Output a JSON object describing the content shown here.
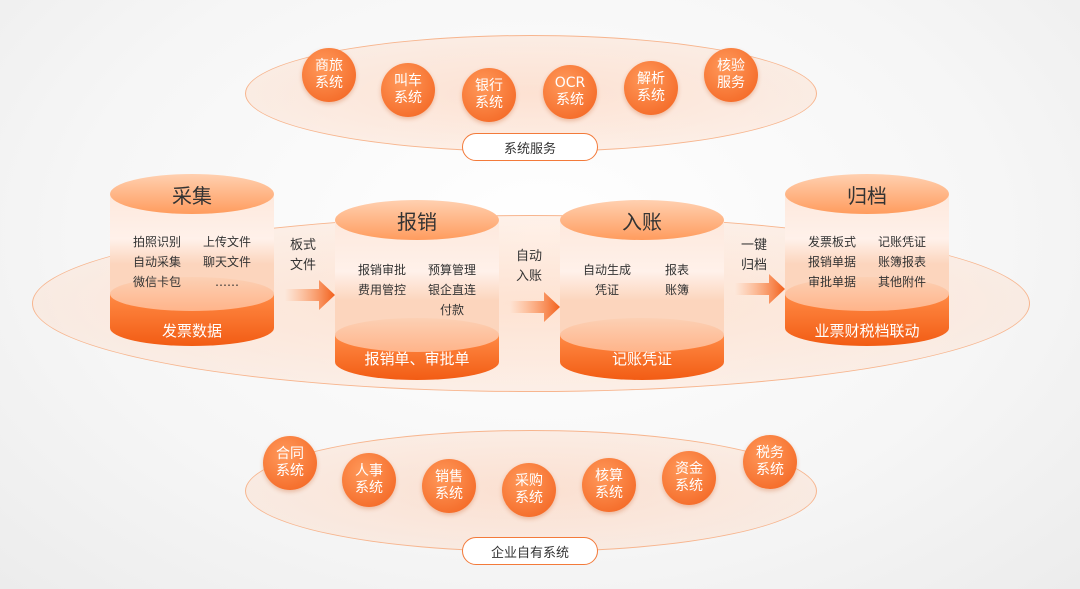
{
  "top_services": {
    "label": "系统服务",
    "items": [
      "商旅系统",
      "叫车系统",
      "银行系统",
      "OCR系统",
      "解析系统",
      "核验服务"
    ]
  },
  "bottom_systems": {
    "label": "企业自有系统",
    "items": [
      "合同系统",
      "人事系统",
      "销售系统",
      "采购系统",
      "核算系统",
      "资金系统",
      "税务系统"
    ]
  },
  "stages": [
    {
      "title": "采集",
      "items": [
        "拍照识别",
        "上传文件",
        "自动采集",
        "聊天文件",
        "微信卡包",
        "……"
      ],
      "output": "发票数据"
    },
    {
      "title": "报销",
      "items": [
        "报销审批",
        "预算管理",
        "费用管控",
        "银企直连",
        "",
        "付款"
      ],
      "output": "报销单、审批单"
    },
    {
      "title": "入账",
      "items": [
        "自动生成",
        "报表",
        "凭证",
        "账簿"
      ],
      "output": "记账凭证"
    },
    {
      "title": "归档",
      "items": [
        "发票板式",
        "记账凭证",
        "报销单据",
        "账簿报表",
        "审批单据",
        "其他附件"
      ],
      "output": "业票财税档联动"
    }
  ],
  "arrows": [
    {
      "label1": "板式",
      "label2": "文件"
    },
    {
      "label1": "自动",
      "label2": "入账"
    },
    {
      "label1": "一键",
      "label2": "归档"
    }
  ],
  "colors": {
    "accent": "#f26a22"
  }
}
